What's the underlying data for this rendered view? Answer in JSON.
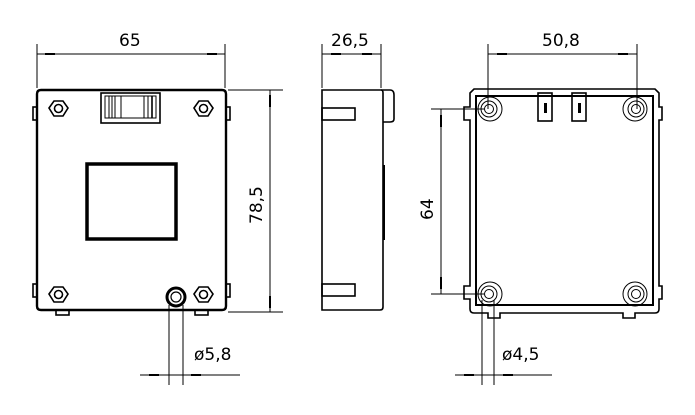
{
  "drawing": {
    "type": "technical dimension drawing",
    "views": [
      {
        "name": "front-view",
        "description": "Front view with switch, display window and mounting holes"
      },
      {
        "name": "side-view",
        "description": "Side view"
      },
      {
        "name": "rear-view",
        "description": "Rear view with mounting holes and terminals"
      }
    ]
  },
  "dimensions": {
    "front_width": "65",
    "front_height": "78,5",
    "side_depth": "26,5",
    "hole_spacing_horizontal": "50,8",
    "hole_spacing_vertical": "64",
    "front_hole_diameter": "ø5,8",
    "rear_hole_diameter": "ø4,5"
  },
  "colors": {
    "line": "#000000",
    "background": "#ffffff"
  }
}
